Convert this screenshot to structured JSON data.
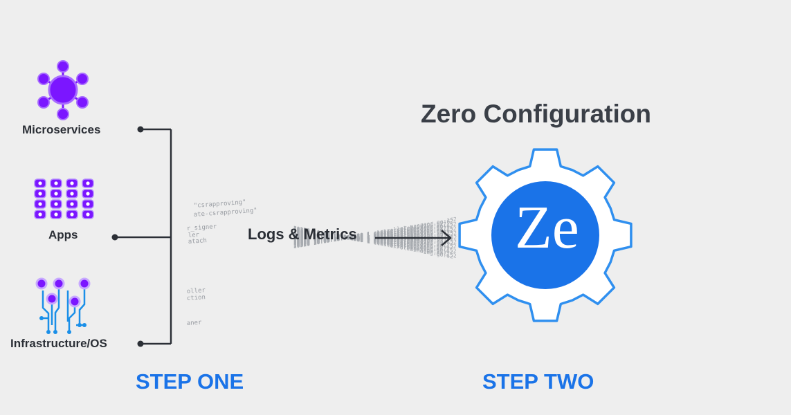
{
  "title": "Zero Configuration",
  "sources": [
    {
      "label": "Microservices",
      "icon": "microservices-network-icon"
    },
    {
      "label": "Apps",
      "icon": "apps-grid-icon"
    },
    {
      "label": "Infrastructure/OS",
      "icon": "circuit-board-icon"
    }
  ],
  "flow_label": "Logs & Metrics",
  "steps": [
    "STEP ONE",
    "STEP TWO"
  ],
  "logo": {
    "text": "Ze",
    "icon": "gear-icon"
  },
  "colors": {
    "accent_blue": "#1a73e8",
    "purple": "#7b16ff",
    "dark_text": "#2b2f36",
    "gear_outline": "#2f8fef"
  }
}
